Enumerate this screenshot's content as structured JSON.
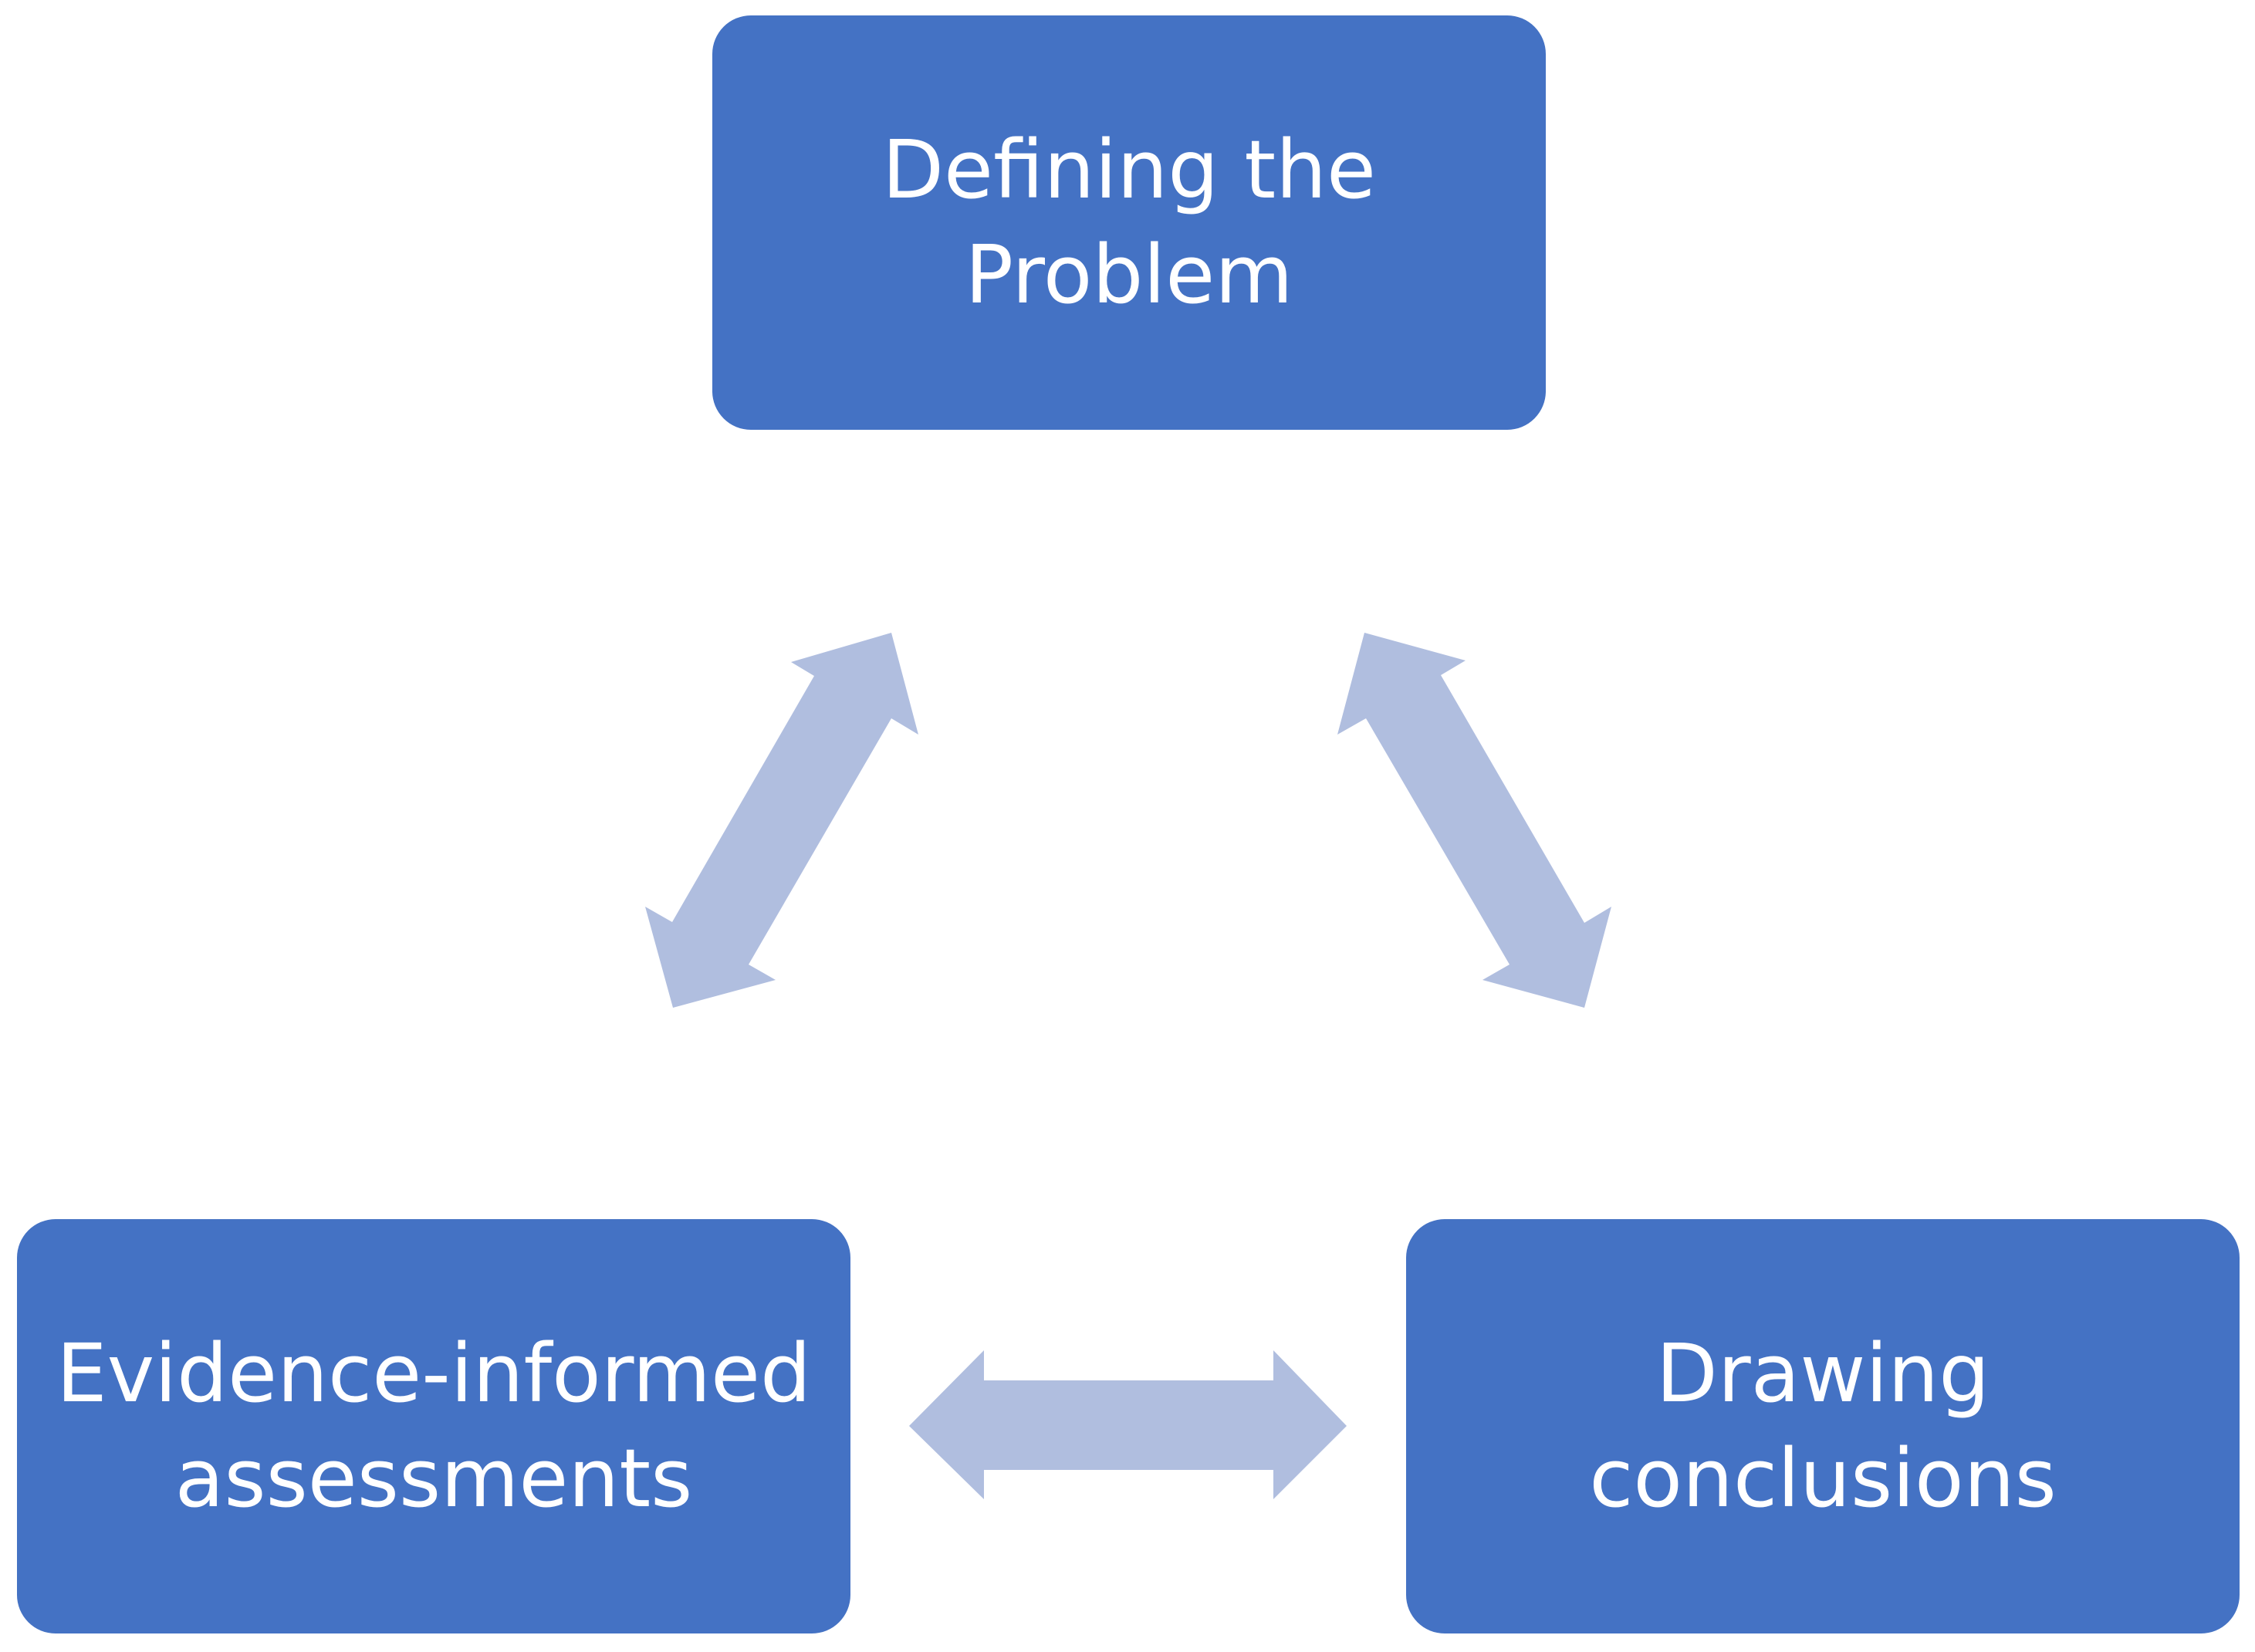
{
  "diagram": {
    "nodes": [
      {
        "id": "top",
        "label": "Defining the\nProblem"
      },
      {
        "id": "left",
        "label": "Evidence-informed\nassessments"
      },
      {
        "id": "right",
        "label": "Drawing\nconclusions"
      }
    ],
    "edges": [
      {
        "from": "top",
        "to": "left",
        "direction": "bidirectional"
      },
      {
        "from": "top",
        "to": "right",
        "direction": "bidirectional"
      },
      {
        "from": "left",
        "to": "right",
        "direction": "bidirectional"
      }
    ],
    "colors": {
      "box_fill": "#4472c4",
      "box_text": "#ffffff",
      "arrow_fill": "#b0bedf",
      "background": "#ffffff"
    }
  }
}
